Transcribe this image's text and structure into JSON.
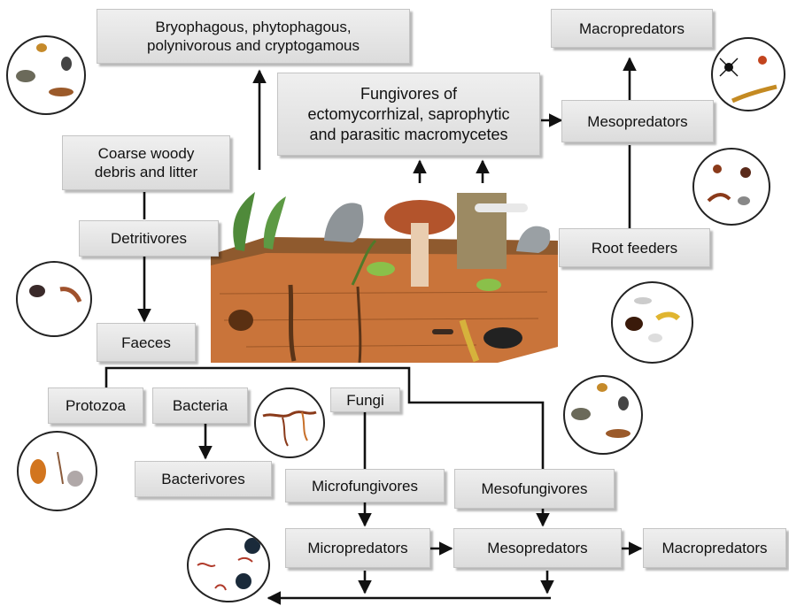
{
  "nodes": {
    "bryophagous": "Bryophagous, phytophagous,\npolynivorous and cryptogamous",
    "macropredators_top": "Macropredators",
    "fungivores_macro": "Fungivores of\nectomycorrhizal, saprophytic\nand parasitic macromycetes",
    "mesopredators_top": "Mesopredators",
    "coarse_woody": "Coarse woody\ndebris and litter",
    "detritivores": "Detritivores",
    "root_feeders": "Root feeders",
    "faeces": "Faeces",
    "protozoa": "Protozoa",
    "bacteria": "Bacteria",
    "fungi": "Fungi",
    "bacterivores": "Bacterivores",
    "microfungivores": "Microfungivores",
    "mesofungivores": "Mesofungivores",
    "micropredators": "Micropredators",
    "mesopredators_bottom": "Mesopredators",
    "macropredators_bottom": "Macropredators"
  },
  "colors": {
    "box_fill": "#e4e4e4",
    "line": "#111111",
    "soil": "#c9743a"
  }
}
